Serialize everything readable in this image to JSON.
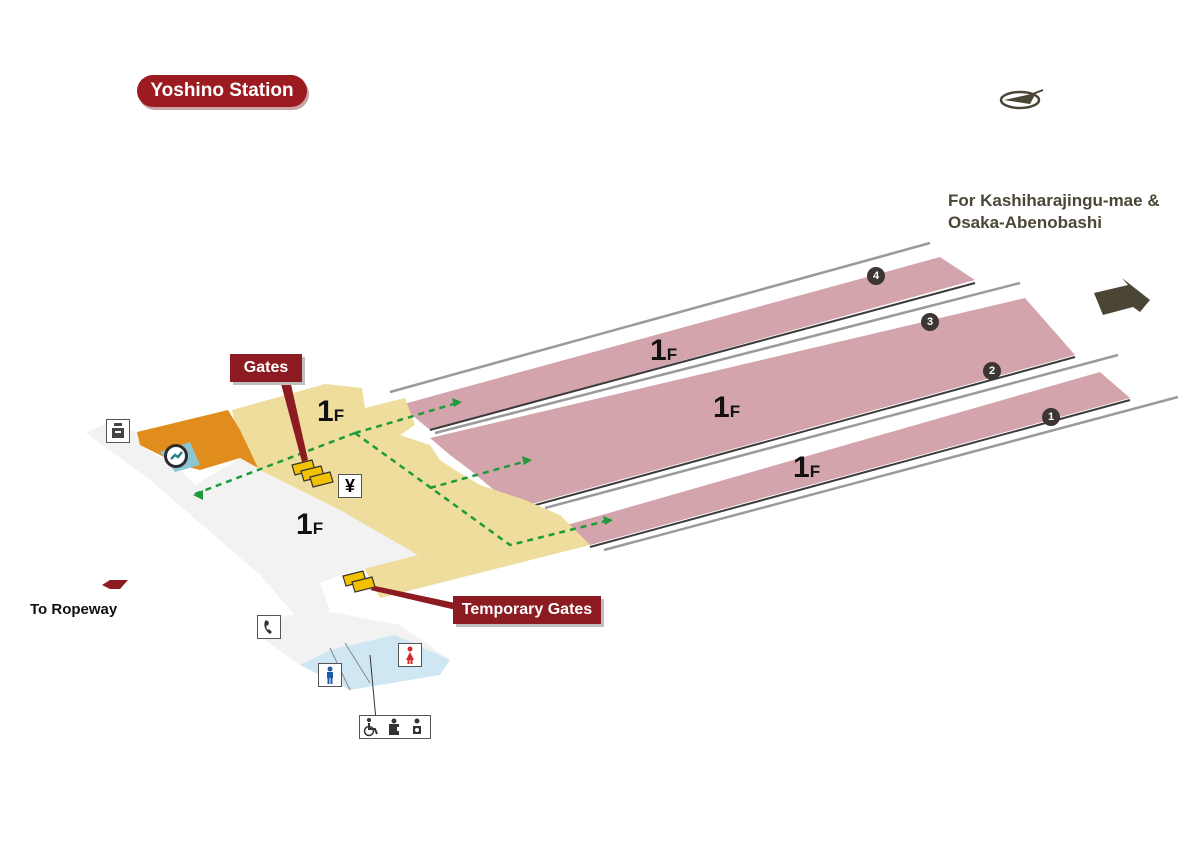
{
  "station": {
    "name": "Yoshino Station"
  },
  "labels": {
    "gates": "Gates",
    "temporary_gates": "Temporary Gates",
    "to_ropeway": "To Ropeway",
    "destination_line1": "For Kashiharajingu-mae &",
    "destination_line2": "Osaka-Abenobashi"
  },
  "floors": {
    "platform_upper": "1",
    "platform_middle": "1",
    "platform_lower": "1",
    "concourse": "1",
    "hall": "1",
    "suffix": "F"
  },
  "platforms": [
    "1",
    "2",
    "3",
    "4"
  ],
  "icons": {
    "north": "north-compass-icon",
    "locker": "coin-locker-icon",
    "wc_men": "mens-toilet-icon",
    "wc_women": "womens-toilet-icon",
    "phone": "telephone-icon",
    "yen": "¥",
    "accessible": "wheelchair-icon",
    "ostomate": "ostomate-icon",
    "baby": "baby-care-icon",
    "waiting": "waiting-room-icon"
  },
  "colors": {
    "platform": "#d4a4ad",
    "concourse": "#eedd9c",
    "hall": "#f2f2f2",
    "room_orange": "#e08d1e",
    "toilet_blue": "#cfe6f3",
    "label_red": "#8d1c22",
    "route_green": "#1f9a3a",
    "gate_yellow": "#f2c200"
  }
}
